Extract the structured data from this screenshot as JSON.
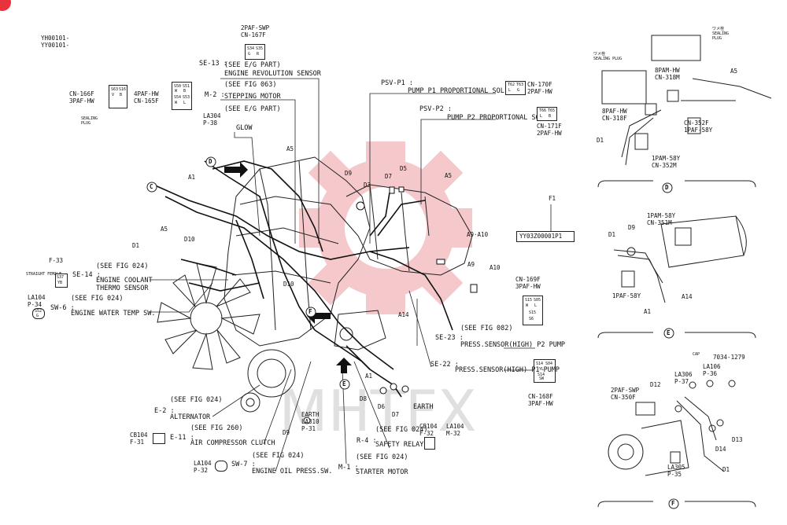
{
  "header": {
    "codes": [
      "YH00101-",
      "YY00101-"
    ]
  },
  "watermark": {
    "text": "MHTFX",
    "color": "#e8323c"
  },
  "accent_color": "#e8323c",
  "labels": {
    "se13_id": "SE-13 :",
    "se13_ref": "(SEE E/G PART)",
    "se13_name": "ENGINE REVOLUTION SENSOR",
    "m2_id": "M-2 :",
    "m2_ref": "(SEE FIG 063)",
    "m2_name": "STEPPING MOTOR",
    "glow_ref": "(SEE E/G PART)",
    "glow_code": "LA304\nP-38",
    "glow_name": "GLOW",
    "psvp1_id": "PSV-P1 :",
    "psvp1_name": "PUMP P1 PROPORTIONAL SOL.",
    "psvp2_id": "PSV-P2 :",
    "psvp2_name": "PUMP P2 PROPORTIONAL SOL.",
    "cn170f": "CN-170F\n2PAF-HW",
    "cn171f": "CN-171F\n2PAF-HW",
    "cn166f": "CN-166F\n3PAF-HW",
    "cn165f": "4PAF-HW\nCN-165F",
    "cn167f": "2PAF-SWP\nCN-167F",
    "sealing_plug": "SEALING\nPLUG",
    "f1": "F1",
    "f1_code": "YY03Z00001P1",
    "cn169f": "CN-169F\n3PAF-HW",
    "cn168f": "CN-168F\n3PAF-HW",
    "f33": "F-33",
    "straight_female": "STRAIGHT FEMALE",
    "se14_id": "SE-14 :",
    "se14_ref": "(SEE FIG 024)",
    "se14_name": "ENGINE COOLANT\nTHERMO SENSOR",
    "la104_p34": "LA104\nP-34",
    "sw6_id": "SW-6 :",
    "sw6_ref": "(SEE FIG 024)",
    "sw6_name": "ENGINE WATER TEMP SW.",
    "se23_ref": "(SEE FIG 082)",
    "se23_id": "SE-23 :",
    "se23_name": "PRESS.SENSOR(HIGH) P2 PUMP",
    "se22_id": "SE-22 :",
    "se22_name": "PRESS.SENSOR(HIGH) P1 PUMP",
    "e2_ref": "(SEE FIG 024)",
    "e2_id": "E-2 :",
    "e2_name": "ALTERNATOR",
    "e11_ref": "(SEE FIG 260)",
    "cb104_f31": "CB104\nF-31",
    "e11_id": "E-11 :",
    "e11_name": "AIR COMPRESSOR CLUTCH",
    "sw7_ref": "(SEE FIG 024)",
    "la104_p32": "LA104\nP-32",
    "sw7_id": "SW-7 :",
    "sw7_name": "ENGINE OIL PRESS.SW.",
    "earth1": "EARTH\nLA310\nP-31",
    "earth2": "EARTH",
    "r4_ref": "(SEE FIG 024)",
    "r4_id": "R-4 :",
    "r4_name": "SAFETY RELAY",
    "cb104_f32": "CB104\nF-32",
    "la104_m32": "LA104\nM-32",
    "m1_ref": "(SEE FIG 024)",
    "m1_id": "M-1 :",
    "m1_name": "STARTER MOTOR",
    "a1": "A1",
    "a5": "A5",
    "d1": "D1",
    "d3": "D3",
    "d5": "D5",
    "d6": "D6",
    "d7": "D7",
    "d8": "D8",
    "d9": "D9",
    "d10": "D10",
    "a9a10": "A9·A10",
    "a9": "A9",
    "a10": "A10",
    "a14": "A14",
    "d_label": "D",
    "c_label": "C",
    "e_label": "E",
    "f_label": "F"
  },
  "detail_d": {
    "wame_seal": "ワメ栓\nSEALING\nPLUG",
    "wame2": "ワメ栓\nSEALING PLUG",
    "bpam": "8PAM-HW\nCN-318M",
    "bpaf": "8PAF-HW\nCN-318F",
    "cn352f": "CN-352F\n1PAF-58Y",
    "pam58y": "1PAM-58Y\nCN-352M",
    "a5": "A5",
    "d1": "D1",
    "caption": "D"
  },
  "detail_e": {
    "pam58y": "1PAM-58Y\nCN-351M",
    "paf58y": "1PAF-58Y",
    "d1": "D1",
    "d9": "D9",
    "a1": "A1",
    "a14": "A14",
    "caption": "E"
  },
  "detail_f": {
    "cap": "CAP",
    "partno": "7034-1279",
    "la106": "LA106\nP-36",
    "la306": "LA306\nP-37",
    "d12": "D12",
    "cn350f": "2PAF-SWP\nCN-350F",
    "d13": "D13",
    "d14": "D14",
    "la305": "LA305\nP-35",
    "d1": "D1",
    "caption": "F"
  },
  "connectors": {
    "cn167f": [
      "S34",
      "S35",
      "G",
      "R"
    ],
    "cn166f": [
      "S63",
      "S16",
      "V",
      "B"
    ],
    "cn165f": [
      "S50",
      "S51",
      "S54",
      "S53",
      "W",
      "B",
      "W",
      "L"
    ],
    "cn170f": [
      "T62",
      "T63",
      "L",
      "G"
    ],
    "cn171f": [
      "T66",
      "T65",
      "L",
      "B"
    ],
    "cn169f": [
      "S15",
      "S05",
      "W",
      "L",
      "S15",
      "S6"
    ],
    "cn168f": [
      "S14",
      "S04",
      "YL",
      "S14",
      "SW"
    ],
    "f33": [
      "S37",
      "YB"
    ],
    "la104_p34": [
      "S52",
      "G"
    ]
  }
}
